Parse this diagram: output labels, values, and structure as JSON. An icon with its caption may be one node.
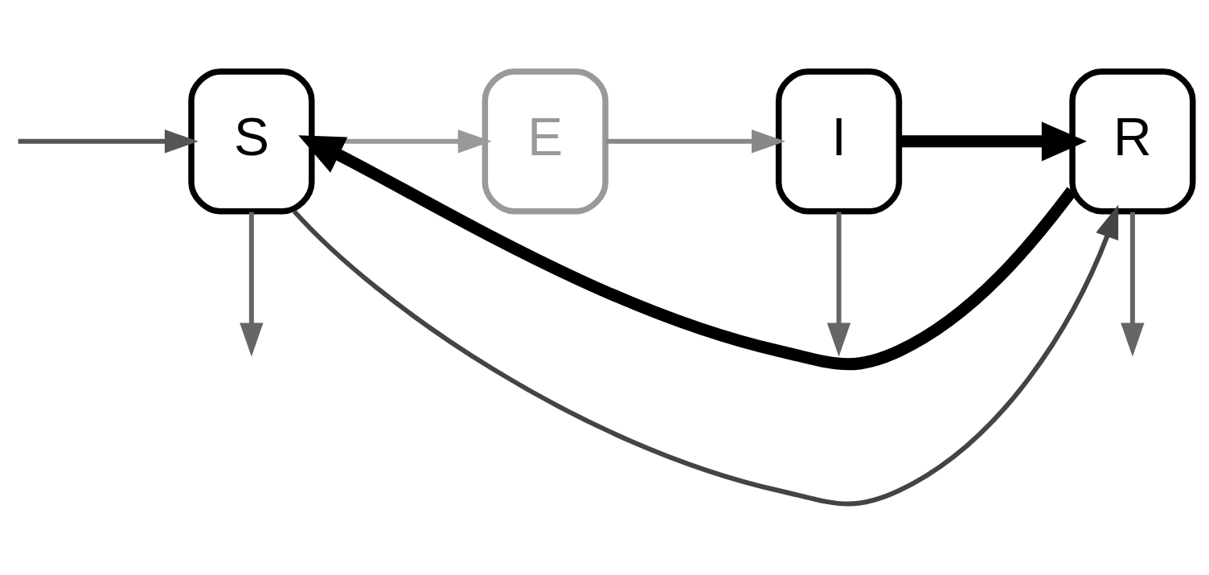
{
  "diagram": {
    "nodes": [
      {
        "text": [
          "S"
        ]
      },
      {
        "text": [
          "E"
        ]
      },
      {
        "text": [
          "I"
        ]
      },
      {
        "text": [
          "R"
        ]
      }
    ],
    "edges": [
      {
        "from": null,
        "to": 0,
        "arrow": "to",
        "color": "#555555"
      },
      {
        "from": 0,
        "to": 1,
        "arrow": "to",
        "color": "#999999"
      },
      {
        "from": 1,
        "to": 2,
        "arrow": "to",
        "color": "#888888"
      },
      {
        "from": 2,
        "to": 3,
        "arrow": "to",
        "style": "thick",
        "color": "#000000"
      },
      {
        "from": 3,
        "to": 0,
        "arrow": "to",
        "style": "thick",
        "color": "#000000"
      },
      {
        "from": 0,
        "to": 3,
        "arrow": "to",
        "color": "#444444"
      },
      {
        "from": 0,
        "to": null,
        "arrow": "to",
        "color": "#666666"
      },
      {
        "from": 2,
        "to": null,
        "arrow": "to",
        "color": "#666666"
      },
      {
        "from": 3,
        "to": null,
        "arrow": "to",
        "color": "#666666"
      }
    ]
  }
}
